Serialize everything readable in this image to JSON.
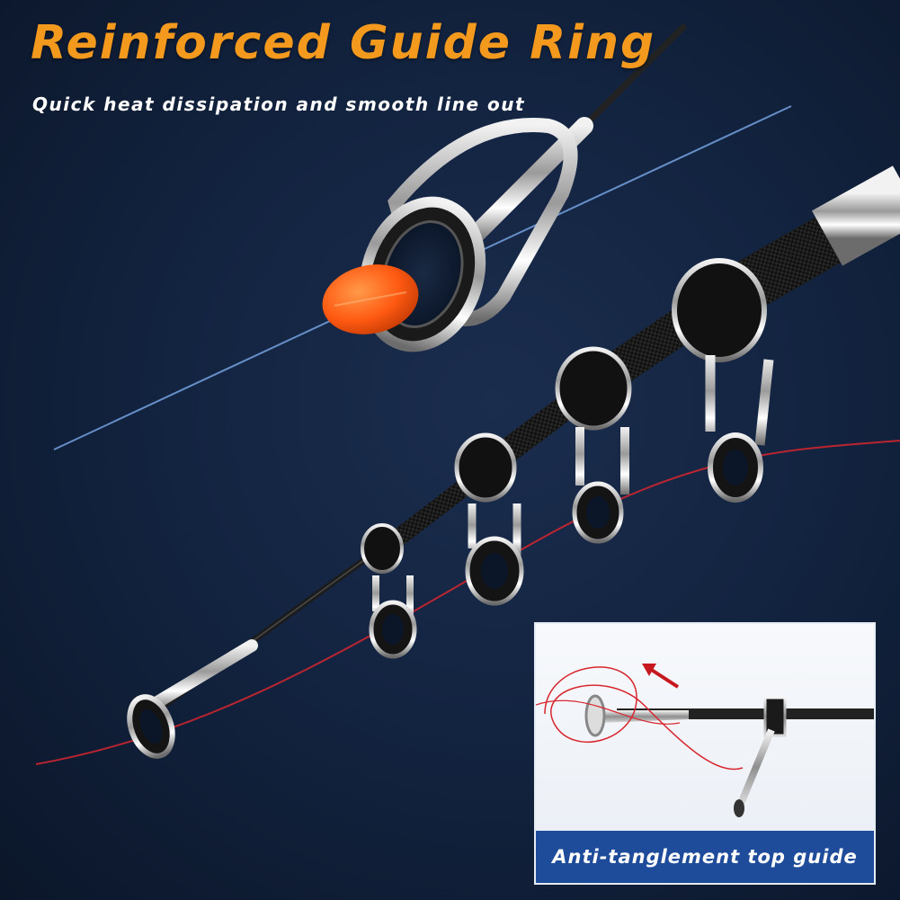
{
  "headline": "Reinforced Guide Ring",
  "subheadline": "Quick heat dissipation and smooth line out",
  "inset": {
    "caption": "Anti-tanglement top guide"
  },
  "colors": {
    "background": "#132441",
    "headline": "#f39a1e",
    "subheadline": "#ffffff",
    "caption_bar": "#1f4c9a",
    "line_red": "#d8262e",
    "line_blue": "#6f9ad6",
    "float_orange": "#ff6a1a"
  }
}
